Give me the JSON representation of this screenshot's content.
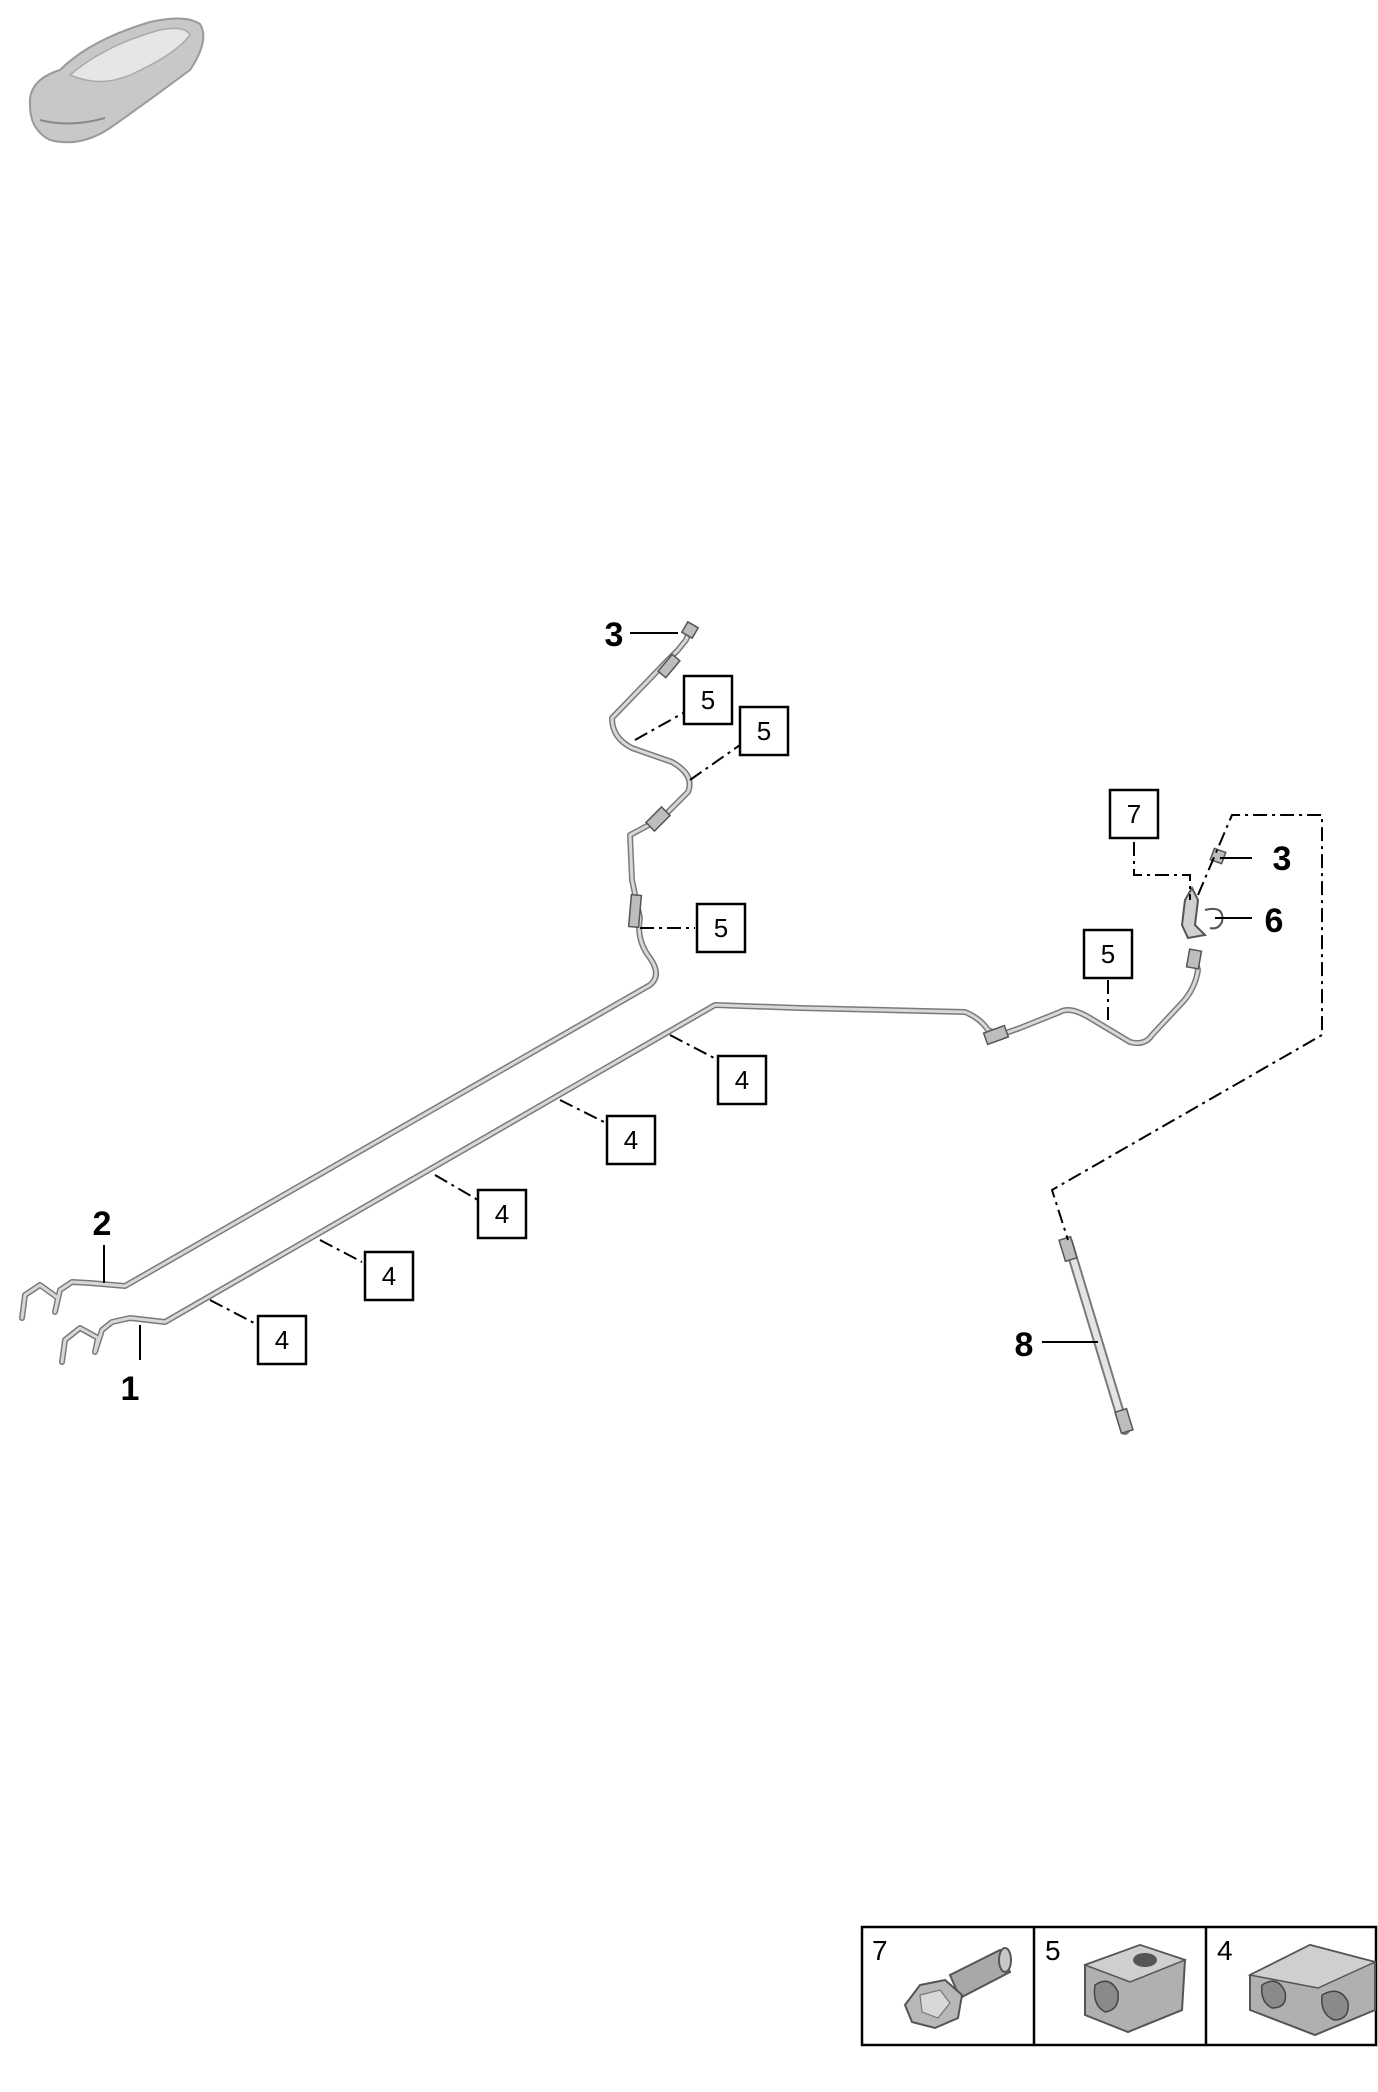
{
  "callouts": {
    "c1": "1",
    "c2": "2",
    "c3_top": "3",
    "c3_right": "3",
    "c6": "6",
    "c8": "8"
  },
  "boxes": {
    "b5_a": "5",
    "b5_b": "5",
    "b5_c": "5",
    "b5_d": "5",
    "b7": "7",
    "b4_a": "4",
    "b4_b": "4",
    "b4_c": "4",
    "b4_d": "4",
    "b4_e": "4"
  },
  "legend": {
    "cells": [
      {
        "number": "7",
        "icon": "hex-bolt-icon"
      },
      {
        "number": "5",
        "icon": "pipe-clip-single-icon"
      },
      {
        "number": "4",
        "icon": "pipe-clip-double-icon"
      }
    ]
  },
  "thumbnail": {
    "icon": "car-silhouette-icon"
  },
  "colors": {
    "pipe": "#7a7a7a",
    "pipe_highlight": "#d8d8d8",
    "part_fill": "#b0b0b0",
    "ink": "#000000"
  }
}
